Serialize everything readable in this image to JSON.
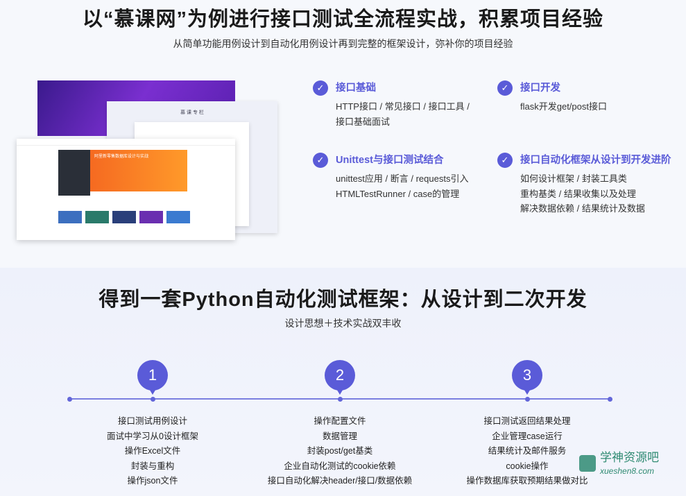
{
  "section1": {
    "title": "以“慕课网”为例进行接口测试全流程实战，积累项目经验",
    "subtitle": "从简单功能用例设计到自动化用例设计再到完整的框架设计，弥补你的项目经验",
    "features": [
      {
        "title": "接口基础",
        "lines": [
          "HTTP接口 / 常见接口 / 接口工具 /",
          "接口基础面试"
        ]
      },
      {
        "title": "接口开发",
        "lines": [
          "flask开发get/post接口"
        ]
      },
      {
        "title": "Unittest与接口测试结合",
        "lines": [
          "unittest应用 / 断言 / requests引入",
          "HTMLTestRunner / case的管理"
        ]
      },
      {
        "title": "接口自动化框架从设计到开发进阶",
        "lines": [
          "如何设计框架 / 封装工具类",
          "重构基类 / 结果收集以及处理",
          "解决数据依赖 / 结果统计及数据"
        ]
      }
    ],
    "mock_banner": "阿里新零售数据库设计与实战",
    "mock_section": "慕 课 专 栏"
  },
  "section2": {
    "title": "得到一套Python自动化测试框架：从设计到二次开发",
    "subtitle": "设计思想＋技术实战双丰收",
    "steps": [
      {
        "number": "1",
        "items": [
          "接口测试用例设计",
          "面试中学习从0设计框架",
          "操作Excel文件",
          "封装与重构",
          "操作json文件"
        ]
      },
      {
        "number": "2",
        "items": [
          "操作配置文件",
          "数据管理",
          "封装post/get基类",
          "企业自动化测试的cookie依赖",
          "接口自动化解决header/接口/数据依赖"
        ]
      },
      {
        "number": "3",
        "items": [
          "接口测试返回结果处理",
          "企业管理case运行",
          "结果统计及邮件服务",
          "cookie操作",
          "操作数据库获取预期结果做对比"
        ]
      }
    ]
  },
  "watermark": {
    "name": "学神资源吧",
    "url": "xueshen8.com"
  },
  "colors": {
    "accent": "#5a5bd8"
  }
}
